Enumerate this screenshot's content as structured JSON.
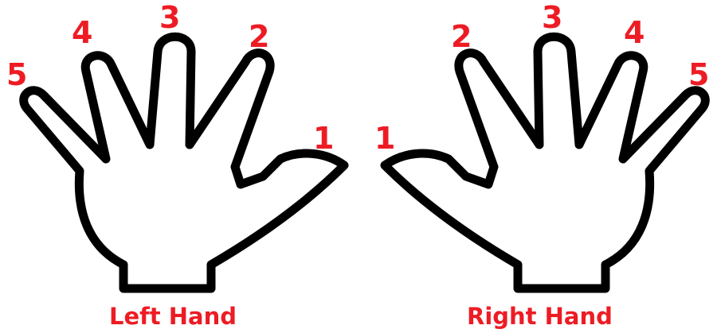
{
  "colors": {
    "outline": "#000000",
    "fill": "#ffffff",
    "label": "#ed1c24"
  },
  "left_hand": {
    "label": "Left Hand",
    "fingers": {
      "f1": "1",
      "f2": "2",
      "f3": "3",
      "f4": "4",
      "f5": "5"
    }
  },
  "right_hand": {
    "label": "Right Hand",
    "fingers": {
      "f1": "1",
      "f2": "2",
      "f3": "3",
      "f4": "4",
      "f5": "5"
    }
  }
}
